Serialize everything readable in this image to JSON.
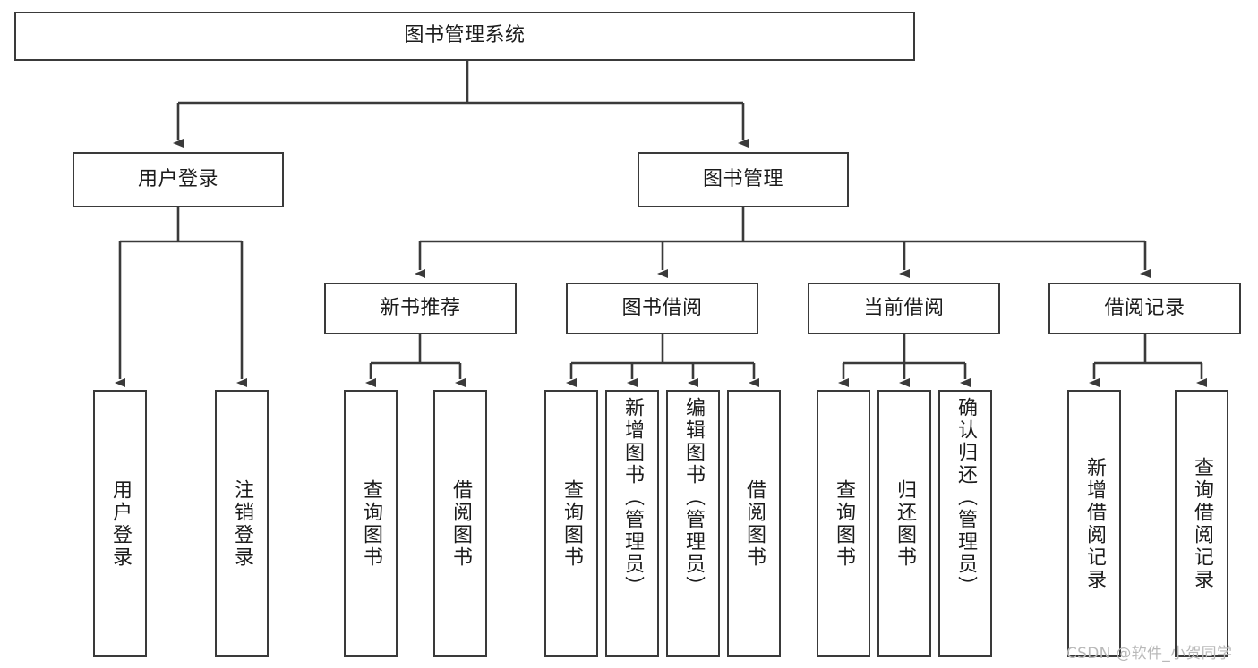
{
  "diagram": {
    "title": "图书管理系统",
    "type": "hierarchy-tree",
    "colors": {
      "box_border": "#3a3a3a",
      "box_fill": "#ffffff",
      "connector": "#3a3a3a",
      "text": "#1c1c1c",
      "watermark": "#b9b9b9"
    },
    "levels": {
      "root": {
        "label": "图书管理系统"
      },
      "level2": [
        {
          "id": "user-login",
          "label": "用户登录"
        },
        {
          "id": "book-management",
          "label": "图书管理"
        }
      ],
      "level3": [
        {
          "id": "new-book-recommend",
          "label": "新书推荐"
        },
        {
          "id": "book-borrow",
          "label": "图书借阅"
        },
        {
          "id": "current-borrow",
          "label": "当前借阅"
        },
        {
          "id": "borrow-record",
          "label": "借阅记录"
        }
      ],
      "leaves": {
        "user-login": [
          {
            "id": "leaf-user-login",
            "label": "用户登录"
          },
          {
            "id": "leaf-logout",
            "label": "注销登录"
          }
        ],
        "new-book-recommend": [
          {
            "id": "leaf-query-book-1",
            "label": "查询图书"
          },
          {
            "id": "leaf-borrow-book-1",
            "label": "借阅图书"
          }
        ],
        "book-borrow": [
          {
            "id": "leaf-query-book-2",
            "label": "查询图书"
          },
          {
            "id": "leaf-add-book",
            "label": "新增图书（管理员）"
          },
          {
            "id": "leaf-edit-book",
            "label": "编辑图书（管理员）"
          },
          {
            "id": "leaf-borrow-book-2",
            "label": "借阅图书"
          }
        ],
        "current-borrow": [
          {
            "id": "leaf-query-book-3",
            "label": "查询图书"
          },
          {
            "id": "leaf-return-book",
            "label": "归还图书"
          },
          {
            "id": "leaf-confirm-return",
            "label": "确认归还（管理员）"
          }
        ],
        "borrow-record": [
          {
            "id": "leaf-add-record",
            "label": "新增借阅记录"
          },
          {
            "id": "leaf-query-record",
            "label": "查询借阅记录"
          }
        ]
      }
    }
  },
  "watermark": {
    "text": "CSDN @软件_小贺同学"
  }
}
